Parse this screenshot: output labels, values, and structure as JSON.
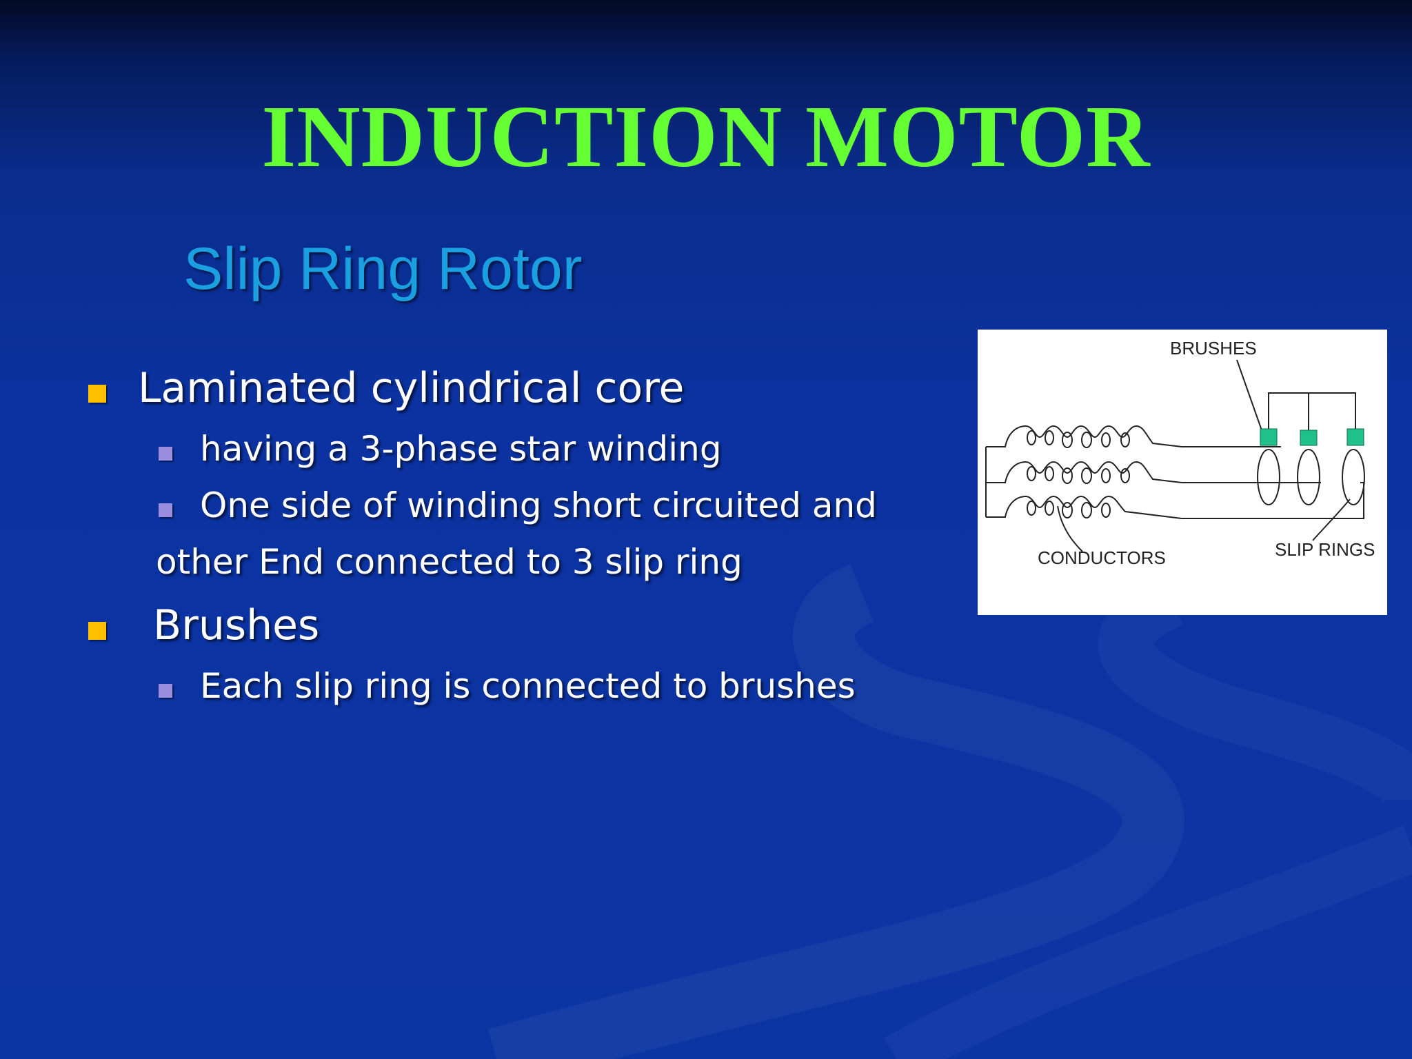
{
  "slide": {
    "title": "INDUCTION MOTOR",
    "subtitle": "Slip Ring Rotor",
    "colors": {
      "title": "#66ff33",
      "subtitle": "#1a9fe0",
      "bullet_primary": "#ffc000",
      "bullet_secondary": "#9b8ee0",
      "background": "#0b32a0"
    }
  },
  "bullets": {
    "item1": {
      "label": "Laminated cylindrical core",
      "sub1": "having a 3-phase star winding",
      "sub2_line1": "One side of winding short circuited and",
      "sub2_line2": "other End connected to 3 slip ring"
    },
    "item2": {
      "label": "Brushes",
      "sub1": "Each slip ring is connected to brushes"
    }
  },
  "figure": {
    "labels": {
      "brushes": "BRUSHES",
      "conductors": "CONDUCTORS",
      "slip_rings": "SLIP RINGS"
    },
    "colors": {
      "brush": "#1fc08a",
      "line": "#222222"
    }
  }
}
